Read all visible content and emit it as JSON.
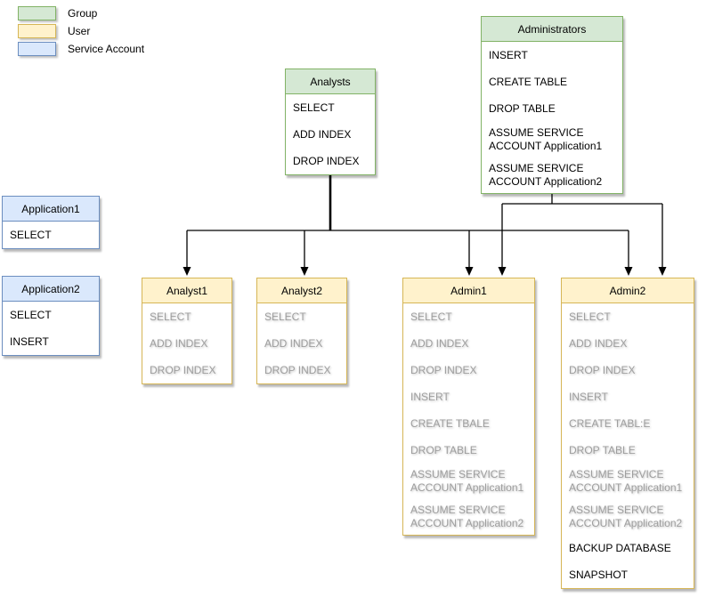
{
  "legend": {
    "items": [
      {
        "label": "Group",
        "fill": "#d5e8d4",
        "stroke": "#82b366"
      },
      {
        "label": "User",
        "fill": "#fff2cc",
        "stroke": "#d6b656"
      },
      {
        "label": "Service Account",
        "fill": "#dae8fc",
        "stroke": "#6c8ebf"
      }
    ]
  },
  "colors": {
    "group_fill": "#d5e8d4",
    "group_stroke": "#82b366",
    "user_fill": "#fff2cc",
    "user_stroke": "#d6b656",
    "service_fill": "#dae8fc",
    "service_stroke": "#6c8ebf",
    "text": "#000000",
    "inherited_text": "#9e9e9e",
    "connector": "#000000"
  },
  "nodes": [
    {
      "id": "analysts",
      "kind": "group",
      "title": "Analysts",
      "items": [
        {
          "text": "SELECT",
          "muted": false
        },
        {
          "text": "ADD INDEX",
          "muted": false
        },
        {
          "text": "DROP INDEX",
          "muted": false
        }
      ]
    },
    {
      "id": "administrators",
      "kind": "group",
      "title": "Administrators",
      "items": [
        {
          "text": "INSERT",
          "muted": false
        },
        {
          "text": "CREATE TABLE",
          "muted": false
        },
        {
          "text": "DROP TABLE",
          "muted": false
        },
        {
          "text": "ASSUME SERVICE ACCOUNT Application1",
          "muted": false
        },
        {
          "text": "ASSUME SERVICE ACCOUNT Application2",
          "muted": false
        }
      ]
    },
    {
      "id": "application1",
      "kind": "service-account",
      "title": "Application1",
      "items": [
        {
          "text": "SELECT",
          "muted": false
        }
      ]
    },
    {
      "id": "application2",
      "kind": "service-account",
      "title": "Application2",
      "items": [
        {
          "text": "SELECT",
          "muted": false
        },
        {
          "text": "INSERT",
          "muted": false
        }
      ]
    },
    {
      "id": "analyst1",
      "kind": "user",
      "title": "Analyst1",
      "items": [
        {
          "text": "SELECT",
          "muted": true
        },
        {
          "text": "ADD INDEX",
          "muted": true
        },
        {
          "text": "DROP INDEX",
          "muted": true
        }
      ]
    },
    {
      "id": "analyst2",
      "kind": "user",
      "title": "Analyst2",
      "items": [
        {
          "text": "SELECT",
          "muted": true
        },
        {
          "text": "ADD INDEX",
          "muted": true
        },
        {
          "text": "DROP INDEX",
          "muted": true
        }
      ]
    },
    {
      "id": "admin1",
      "kind": "user",
      "title": "Admin1",
      "items": [
        {
          "text": "SELECT",
          "muted": true
        },
        {
          "text": "ADD INDEX",
          "muted": true
        },
        {
          "text": "DROP INDEX",
          "muted": true
        },
        {
          "text": "INSERT",
          "muted": true
        },
        {
          "text": "CREATE TBALE",
          "muted": true
        },
        {
          "text": "DROP TABLE",
          "muted": true
        },
        {
          "text": "ASSUME SERVICE ACCOUNT Application1",
          "muted": true
        },
        {
          "text": "ASSUME SERVICE ACCOUNT Application2",
          "muted": true
        }
      ]
    },
    {
      "id": "admin2",
      "kind": "user",
      "title": "Admin2",
      "items": [
        {
          "text": "SELECT",
          "muted": true
        },
        {
          "text": "ADD INDEX",
          "muted": true
        },
        {
          "text": "DROP INDEX",
          "muted": true
        },
        {
          "text": "INSERT",
          "muted": true
        },
        {
          "text": "CREATE TABL:E",
          "muted": true
        },
        {
          "text": "DROP TABLE",
          "muted": true
        },
        {
          "text": "ASSUME SERVICE ACCOUNT Application1",
          "muted": true
        },
        {
          "text": "ASSUME SERVICE ACCOUNT Application2",
          "muted": true
        },
        {
          "text": "BACKUP DATABASE",
          "muted": false
        },
        {
          "text": "SNAPSHOT",
          "muted": false
        }
      ]
    }
  ],
  "edges": [
    {
      "from": "Analysts",
      "to": "Analyst1"
    },
    {
      "from": "Analysts",
      "to": "Analyst2"
    },
    {
      "from": "Analysts",
      "to": "Admin1"
    },
    {
      "from": "Analysts",
      "to": "Admin2"
    },
    {
      "from": "Administrators",
      "to": "Admin1"
    },
    {
      "from": "Administrators",
      "to": "Admin2"
    }
  ]
}
